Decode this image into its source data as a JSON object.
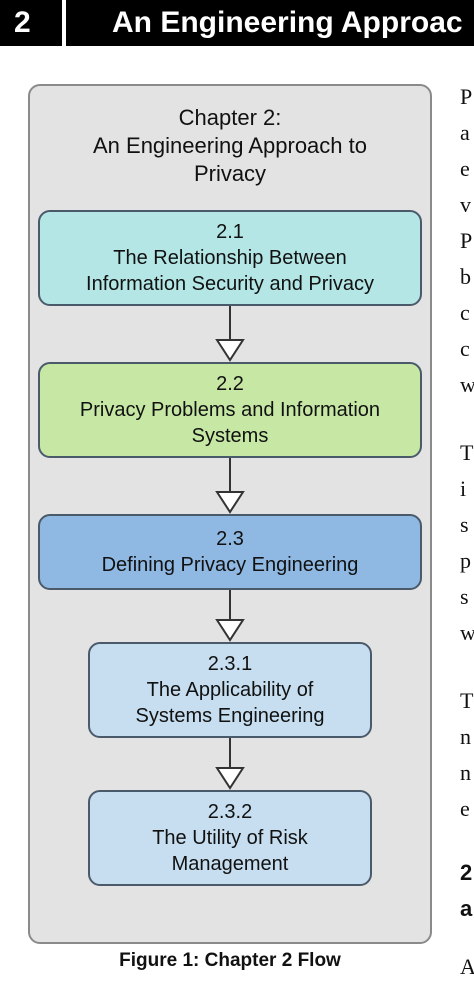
{
  "header": {
    "number": "2",
    "title": "An Engineering Approac"
  },
  "diagram": {
    "title": "Chapter 2:\nAn Engineering Approach to\nPrivacy",
    "boxes": [
      {
        "text": "2.1\nThe Relationship Between\nInformation Security and Privacy",
        "color": "#b4e6e6"
      },
      {
        "text": "2.2\nPrivacy Problems and Information\nSystems",
        "color": "#c6e8a4"
      },
      {
        "text": "2.3\nDefining Privacy Engineering",
        "color": "#8fb8e2"
      },
      {
        "text": "2.3.1\nThe Applicability of\nSystems Engineering",
        "color": "#c6def0"
      },
      {
        "text": "2.3.2\nThe Utility of Risk\nManagement",
        "color": "#c6def0"
      }
    ]
  },
  "caption": "Figure 1: Chapter 2 Flow",
  "side_text": {
    "letters": [
      "P",
      "a",
      "e",
      "v",
      "P",
      "b",
      "c",
      "c",
      "w",
      "T",
      "i",
      "s",
      "p",
      "s",
      "w",
      "T",
      "n",
      "n",
      "e",
      "2",
      "a",
      "A"
    ]
  }
}
